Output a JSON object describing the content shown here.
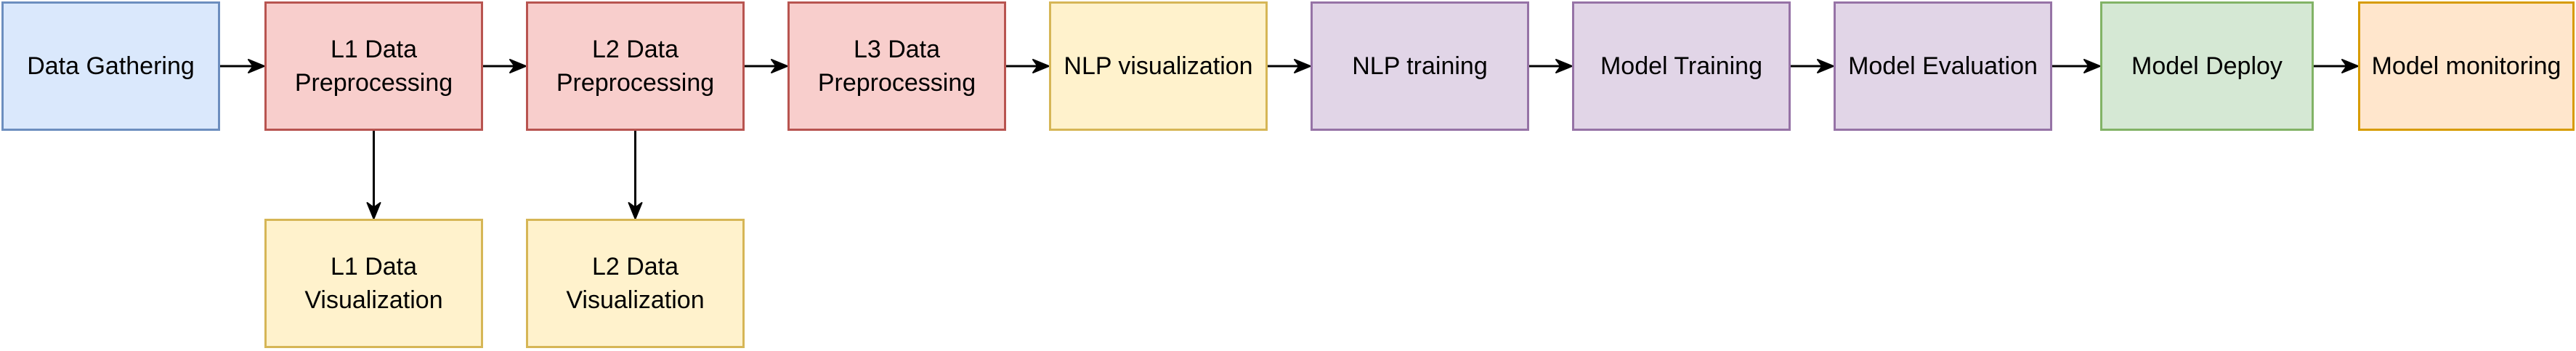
{
  "palette": {
    "blue": {
      "fill": "#dae8fc",
      "stroke": "#6c8ebf"
    },
    "red": {
      "fill": "#f8cecc",
      "stroke": "#b85450"
    },
    "yellow": {
      "fill": "#fff2cc",
      "stroke": "#d6b656"
    },
    "purple": {
      "fill": "#e1d5e7",
      "stroke": "#9673a6"
    },
    "green": {
      "fill": "#d5e8d4",
      "stroke": "#82b366"
    },
    "orange": {
      "fill": "#ffe6cc",
      "stroke": "#d79b00"
    },
    "edge": "#000000"
  },
  "nodes": [
    {
      "id": "data-gathering",
      "label": "Data Gathering",
      "color": "blue"
    },
    {
      "id": "l1-preprocessing",
      "label": "L1 Data\nPreprocessing",
      "color": "red"
    },
    {
      "id": "l2-preprocessing",
      "label": "L2 Data\nPreprocessing",
      "color": "red"
    },
    {
      "id": "l3-preprocessing",
      "label": "L3 Data\nPreprocessing",
      "color": "red"
    },
    {
      "id": "nlp-visualization",
      "label": "NLP visualization",
      "color": "yellow"
    },
    {
      "id": "nlp-training",
      "label": "NLP training",
      "color": "purple"
    },
    {
      "id": "model-training",
      "label": "Model Training",
      "color": "purple"
    },
    {
      "id": "model-evaluation",
      "label": "Model Evaluation",
      "color": "purple"
    },
    {
      "id": "model-deploy",
      "label": "Model Deploy",
      "color": "green"
    },
    {
      "id": "model-monitoring",
      "label": "Model monitoring",
      "color": "orange"
    },
    {
      "id": "l1-visualization",
      "label": "L1 Data\nVisualization",
      "color": "yellow"
    },
    {
      "id": "l2-visualization",
      "label": "L2 Data\nVisualization",
      "color": "yellow"
    }
  ],
  "edges": [
    {
      "from": "data-gathering",
      "to": "l1-preprocessing"
    },
    {
      "from": "l1-preprocessing",
      "to": "l2-preprocessing"
    },
    {
      "from": "l2-preprocessing",
      "to": "l3-preprocessing"
    },
    {
      "from": "l3-preprocessing",
      "to": "nlp-visualization"
    },
    {
      "from": "nlp-visualization",
      "to": "nlp-training"
    },
    {
      "from": "nlp-training",
      "to": "model-training"
    },
    {
      "from": "model-training",
      "to": "model-evaluation"
    },
    {
      "from": "model-evaluation",
      "to": "model-deploy"
    },
    {
      "from": "model-deploy",
      "to": "model-monitoring"
    },
    {
      "from": "l1-preprocessing",
      "to": "l1-visualization"
    },
    {
      "from": "l2-preprocessing",
      "to": "l2-visualization"
    }
  ]
}
